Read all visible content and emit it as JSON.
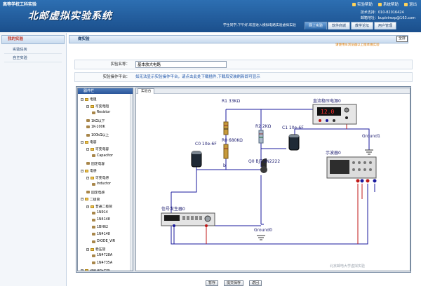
{
  "header": {
    "school": "高等学校工科实验",
    "title": "北邮虚拟实验系统",
    "top_links": [
      {
        "label": "实验帮助",
        "icon": "help-icon"
      },
      {
        "label": "系统帮助",
        "icon": "help-icon"
      },
      {
        "label": "退出",
        "icon": "logout-icon"
      }
    ],
    "support_phone": "技术支持：010-82016424",
    "support_email": "邮箱地址：bupivirexp@163.com",
    "welcome": "学生同学,下午好,欢迎进入模拟电路实验虚拟实验"
  },
  "nav": {
    "tabs": [
      "网上实验",
      "软件商城",
      "教学论坛",
      "用户管理"
    ],
    "active_index": 0
  },
  "sidebar": {
    "heading": "我的实验",
    "items": [
      "实验任务",
      "自主实验"
    ]
  },
  "main": {
    "bar_title": "做实验",
    "fullscreen_label": "全屏",
    "hint": "请使用IE浏览器以上版本做实验",
    "experiment_name_label": "实验名称：",
    "experiment_name_value": "基本放大电路",
    "platform_label": "实验操作平台：",
    "platform_notice": "如无法显示实验操作平台，请点击此处下载插件,下载后安装刷新即可显示"
  },
  "toolbox": {
    "title": "器件栏",
    "nodes": [
      {
        "label": "电阻",
        "type": "folder",
        "level": 0
      },
      {
        "label": "可变电阻",
        "type": "folder",
        "level": 1
      },
      {
        "label": "Resistor",
        "type": "part",
        "level": 2
      },
      {
        "label": "1KΩ以下",
        "type": "part",
        "level": 1
      },
      {
        "label": "1K-100K",
        "type": "part",
        "level": 1
      },
      {
        "label": "100kΩ以上",
        "type": "part",
        "level": 1
      },
      {
        "label": "电容",
        "type": "folder",
        "level": 0
      },
      {
        "label": "可变电容",
        "type": "folder",
        "level": 1
      },
      {
        "label": "Capacitor",
        "type": "part",
        "level": 2
      },
      {
        "label": "固定电容",
        "type": "part",
        "level": 1
      },
      {
        "label": "电感",
        "type": "folder",
        "level": 0
      },
      {
        "label": "可变电感",
        "type": "folder",
        "level": 1
      },
      {
        "label": "Inductor",
        "type": "part",
        "level": 2
      },
      {
        "label": "固定电感",
        "type": "part",
        "level": 1
      },
      {
        "label": "二极管",
        "type": "folder",
        "level": 0
      },
      {
        "label": "普通二极管",
        "type": "folder",
        "level": 1
      },
      {
        "label": "1N914",
        "type": "part",
        "level": 2
      },
      {
        "label": "1N4148",
        "type": "part",
        "level": 2
      },
      {
        "label": "1BH62",
        "type": "part",
        "level": 2
      },
      {
        "label": "1N4148",
        "type": "part",
        "level": 2
      },
      {
        "label": "DIODE_VIR",
        "type": "part",
        "level": 2
      },
      {
        "label": "稳压管",
        "type": "folder",
        "level": 1
      },
      {
        "label": "1N4728A",
        "type": "part",
        "level": 2
      },
      {
        "label": "1N4735A",
        "type": "part",
        "level": 2
      },
      {
        "label": "结型场效应管",
        "type": "folder",
        "level": 0
      }
    ]
  },
  "canvas": {
    "tab_label": "实验台",
    "components": {
      "r1": "R1  33KΩ",
      "r2": "R2  2KΩ",
      "r0": "R0  680KΩ",
      "c1": "C1  10e-6F",
      "c0": "C0  10e-6F",
      "q0": "Q0  BJT-2N2222",
      "node_b": "b",
      "dc_source": "直流稳压电源0",
      "dc_display": "12.0",
      "ground1": "Ground1",
      "scope": "示波器0",
      "siggen": "信号发生器0",
      "ground0": "Ground0",
      "watermark": "北京邮电大学虚拟实验"
    }
  },
  "actions": {
    "buttons": [
      "暂存",
      "提交保存",
      "返回"
    ]
  }
}
